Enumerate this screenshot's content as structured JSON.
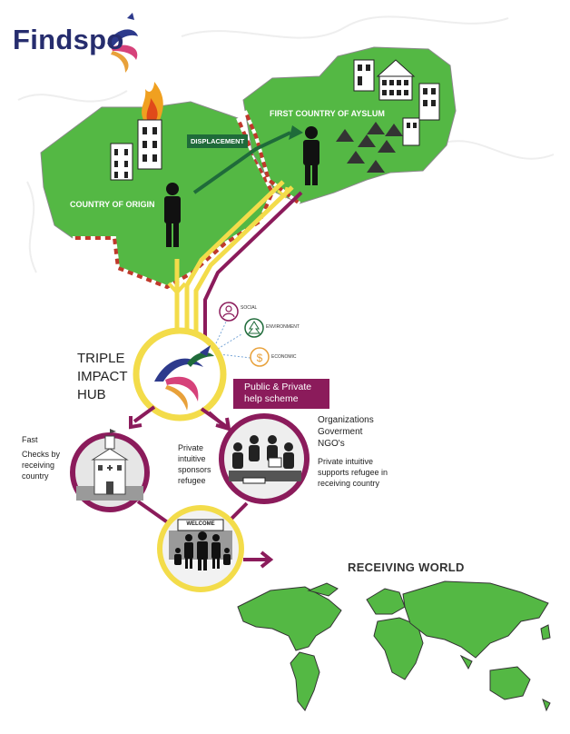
{
  "brand": {
    "name": "Findspo"
  },
  "map": {
    "origin_label": "COUNTRY OF ORIGIN",
    "asylum_label": "FIRST COUNTRY OF AYSLUM",
    "displacement_label": "DISPLACEMENT"
  },
  "impact": {
    "social": "SOCIAL",
    "environment": "ENVIRONMENT",
    "economic": "ECONOMIC",
    "hub_lines": [
      "TRIPLE",
      "IMPACT",
      "HUB"
    ]
  },
  "help_scheme": [
    "Public & Private",
    "help scheme"
  ],
  "left_text": {
    "title": "Fast",
    "lines": [
      "Checks by",
      "receiving",
      "country"
    ]
  },
  "center_text": [
    "Private",
    "intuitive",
    "sponsors",
    "refugee"
  ],
  "right_text": {
    "orgs": [
      "Organizations",
      "Goverment",
      "NGO's"
    ],
    "desc": [
      "Private intuitive",
      "supports refugee in",
      "receiving country"
    ]
  },
  "welcome_sign": "WELCOME",
  "receiving_world": "RECEIVING WORLD",
  "colors": {
    "green": "#54b844",
    "yellow": "#f3dc4a",
    "purple": "#8b1b5b",
    "navy": "#262d6e",
    "dark_green": "#1f6b3a"
  }
}
